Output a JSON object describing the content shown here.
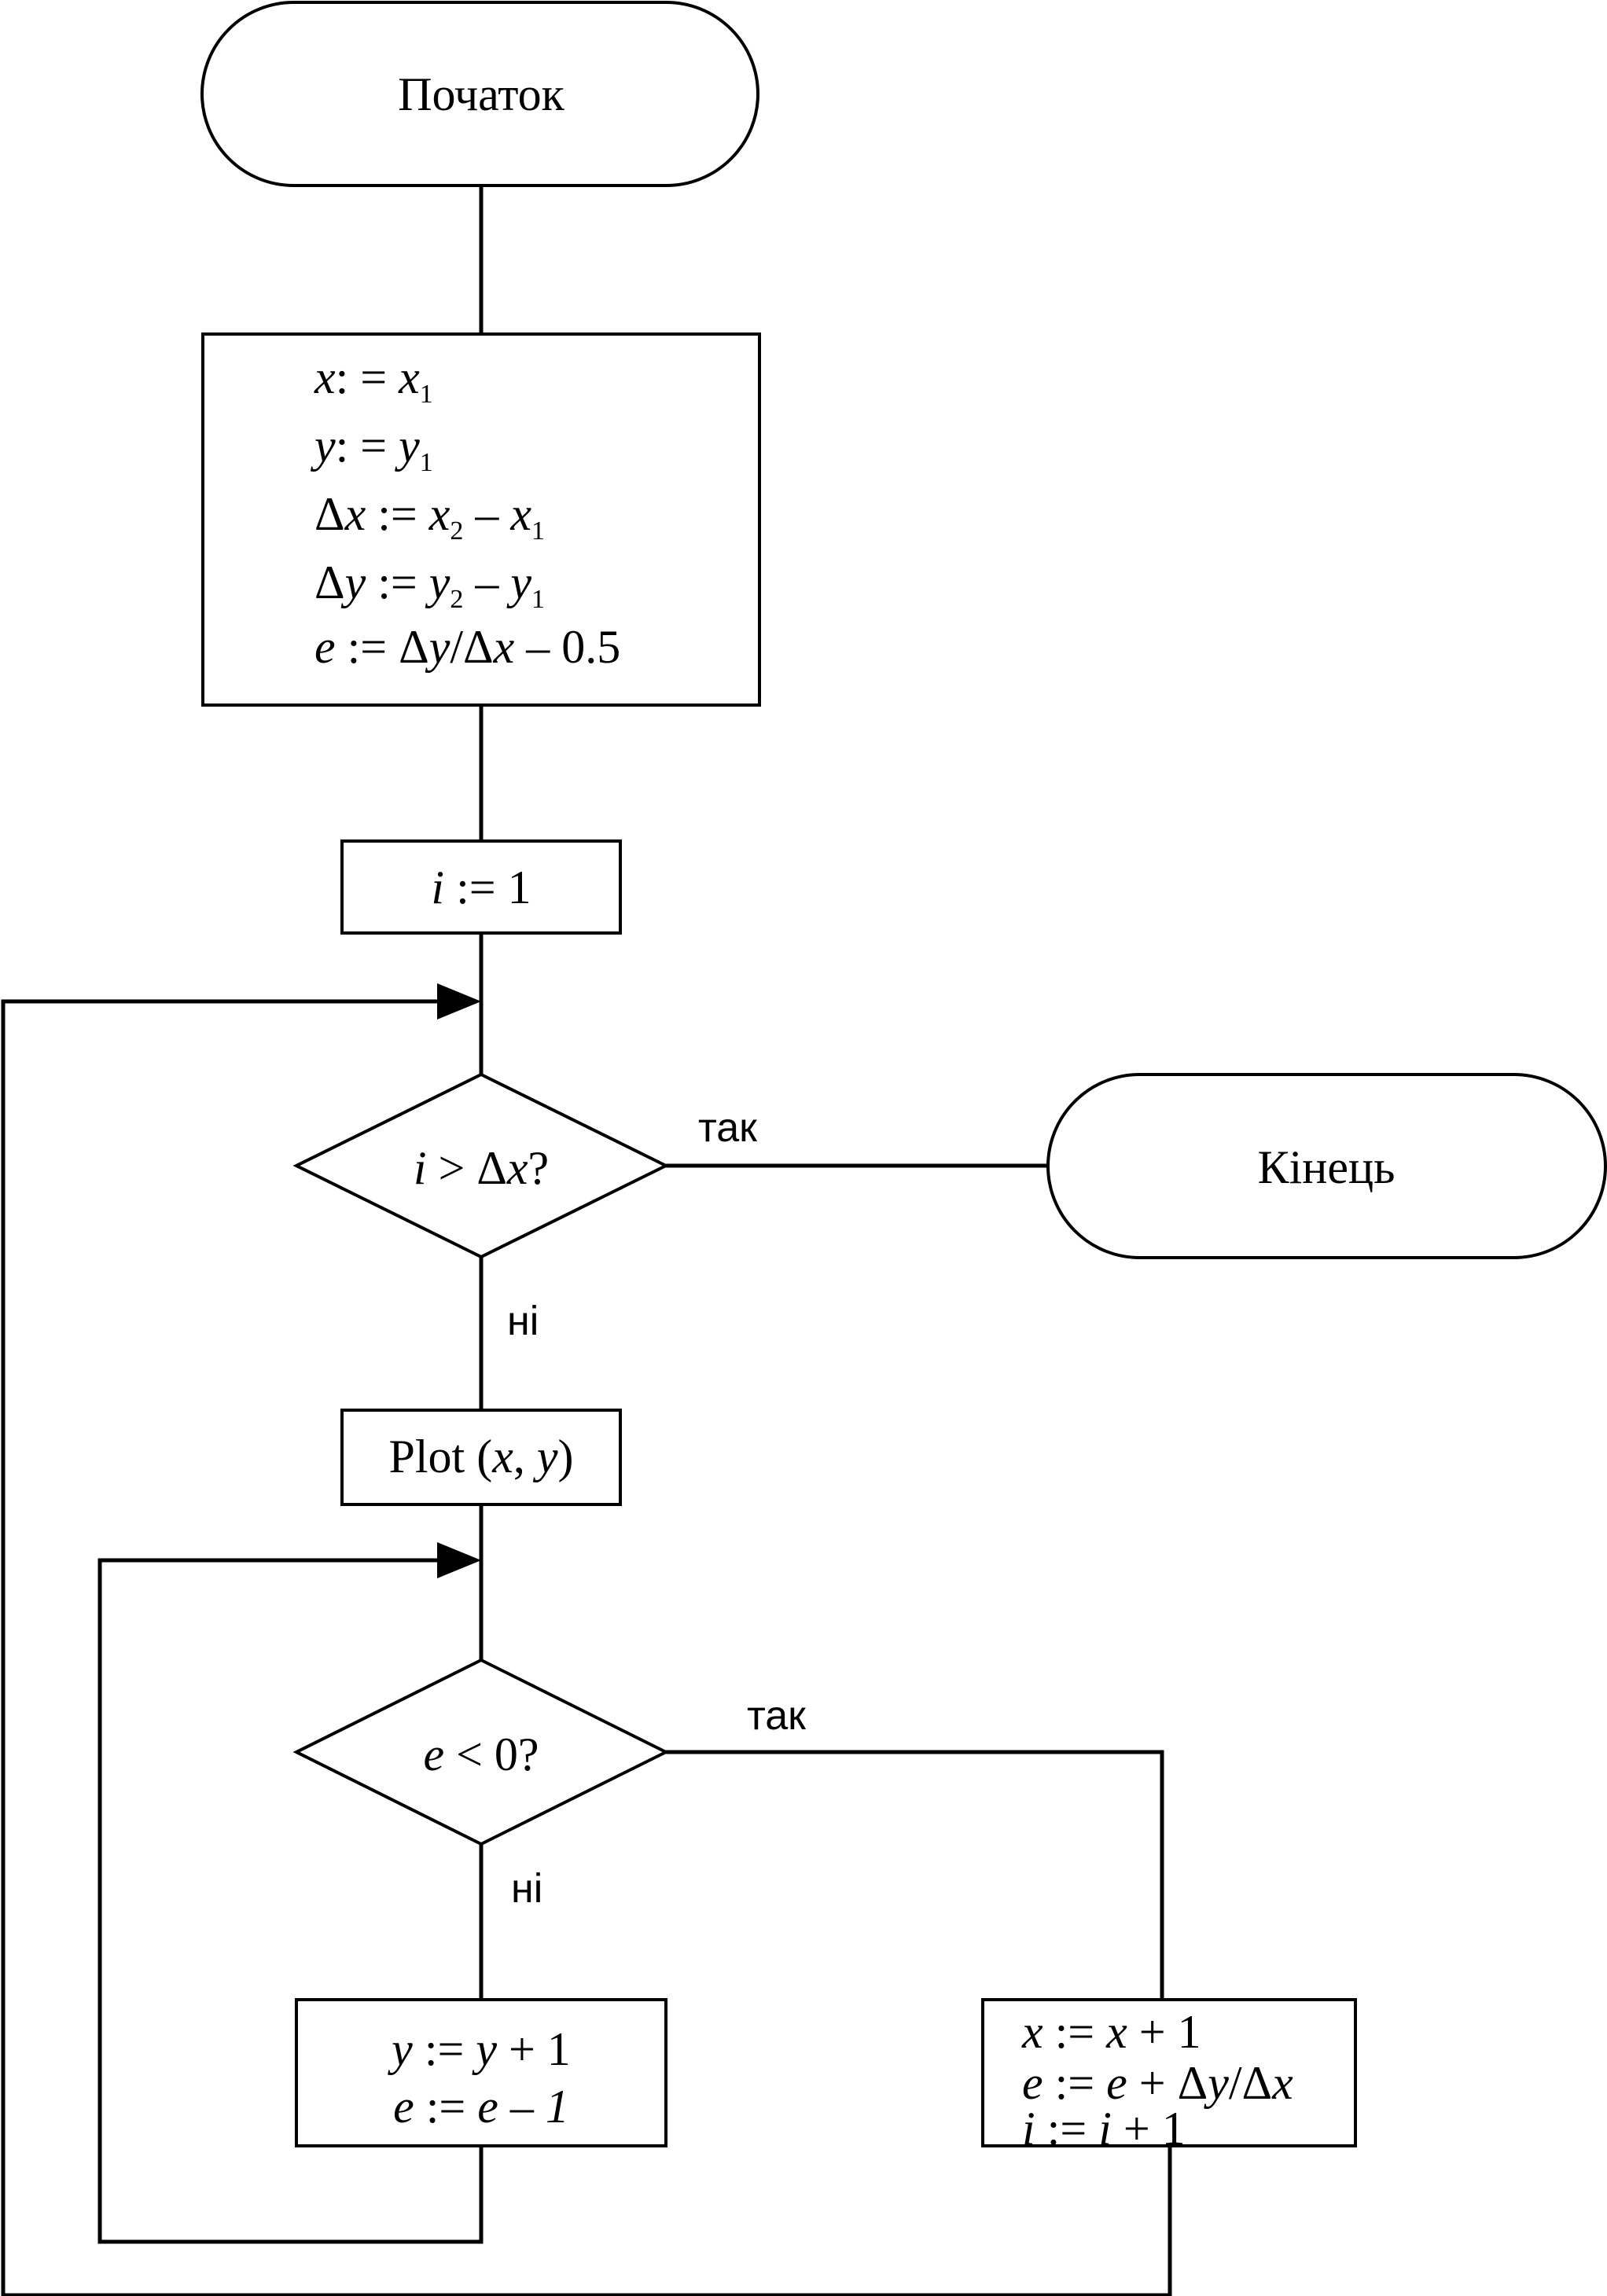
{
  "diagram": {
    "start": "Початок",
    "end": "Кінець",
    "init_block": {
      "line1": {
        "var": "x",
        "op": ": = ",
        "rhs_var": "x",
        "rhs_sub": "1"
      },
      "line2": {
        "var": "y",
        "op": ": = ",
        "rhs_var": "y",
        "rhs_sub": "1"
      },
      "line3": {
        "delta": "Δ",
        "var": "x",
        "op": " := ",
        "a_var": "x",
        "a_sub": "2",
        "minus": " – ",
        "b_var": "x",
        "b_sub": "1"
      },
      "line4": {
        "delta": "Δ",
        "var": "y",
        "op": " := ",
        "a_var": "y",
        "a_sub": "2",
        "minus": " – ",
        "b_var": "y",
        "b_sub": "1"
      },
      "line5": {
        "var": "e",
        "op": " := Δ",
        "y": "y",
        "slash": "/Δ",
        "x": "x",
        "rest": " – 0.5"
      }
    },
    "i_init": {
      "var": "i",
      "rest": " := 1"
    },
    "decision1": {
      "var": "i",
      "mid": " > Δ",
      "var2": "x",
      "q": "?"
    },
    "plot": {
      "pre": "Plot (",
      "x": "x",
      "comma": ", ",
      "y": "y",
      "post": ")"
    },
    "decision2": {
      "var": "e",
      "rest": " < 0?"
    },
    "no_block": {
      "line1": {
        "a": "y",
        "op": " := ",
        "b": "y",
        "rest": " + 1"
      },
      "line2": {
        "a": "e",
        "op": " := ",
        "b": "e",
        "minus": " – ",
        "c": "1"
      }
    },
    "yes_block": {
      "line1": {
        "a": "x",
        "op": " := ",
        "b": "x",
        "rest": " + 1"
      },
      "line2": {
        "a": "e",
        "op": " := ",
        "b": "e",
        "mid": " + Δ",
        "c": "y",
        "slash": "/Δ",
        "d": "x"
      },
      "line3": {
        "a": "i",
        "op": " := ",
        "b": "i",
        "rest": " + 1"
      }
    },
    "branch_yes": "так",
    "branch_no": "ні"
  }
}
